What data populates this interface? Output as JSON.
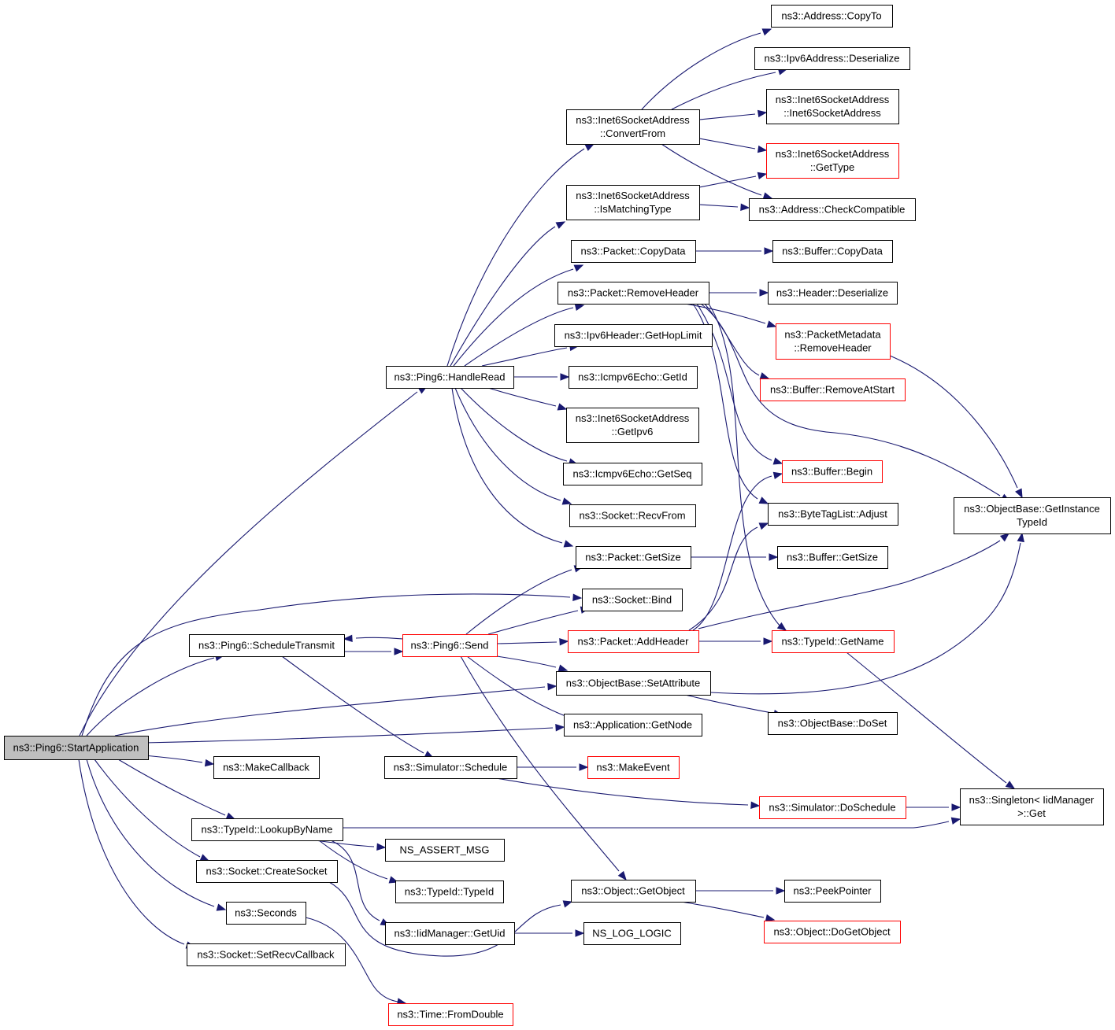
{
  "nodes": {
    "start": [
      "ns3::Ping6::StartApplication"
    ],
    "handleRead": [
      "ns3::Ping6::HandleRead"
    ],
    "scheduleTransmit": [
      "ns3::Ping6::ScheduleTransmit"
    ],
    "send": [
      "ns3::Ping6::Send"
    ],
    "makeCallback": [
      "ns3::MakeCallback"
    ],
    "lookupByName": [
      "ns3::TypeId::LookupByName"
    ],
    "createSocket": [
      "ns3::Socket::CreateSocket"
    ],
    "seconds": [
      "ns3::Seconds"
    ],
    "setRecvCallback": [
      "ns3::Socket::SetRecvCallback"
    ],
    "fromDouble": [
      "ns3::Time::FromDouble"
    ],
    "simSchedule": [
      "ns3::Simulator::Schedule"
    ],
    "assertMsg": [
      "NS_ASSERT_MSG"
    ],
    "typeIdCtor": [
      "ns3::TypeId::TypeId"
    ],
    "iidGetUid": [
      "ns3::IidManager::GetUid"
    ],
    "convertFrom": [
      "ns3::Inet6SocketAddress",
      "::ConvertFrom"
    ],
    "isMatchingType": [
      "ns3::Inet6SocketAddress",
      "::IsMatchingType"
    ],
    "pktCopyData": [
      "ns3::Packet::CopyData"
    ],
    "pktRemoveHeader": [
      "ns3::Packet::RemoveHeader"
    ],
    "ipv6GetHopLimit": [
      "ns3::Ipv6Header::GetHopLimit"
    ],
    "icmpGetId": [
      "ns3::Icmpv6Echo::GetId"
    ],
    "getIpv6": [
      "ns3::Inet6SocketAddress",
      "::GetIpv6"
    ],
    "icmpGetSeq": [
      "ns3::Icmpv6Echo::GetSeq"
    ],
    "recvFrom": [
      "ns3::Socket::RecvFrom"
    ],
    "pktGetSize": [
      "ns3::Packet::GetSize"
    ],
    "socketBind": [
      "ns3::Socket::Bind"
    ],
    "pktAddHeader": [
      "ns3::Packet::AddHeader"
    ],
    "setAttribute": [
      "ns3::ObjectBase::SetAttribute"
    ],
    "getNode": [
      "ns3::Application::GetNode"
    ],
    "makeEvent": [
      "ns3::MakeEvent"
    ],
    "doSchedule": [
      "ns3::Simulator::DoSchedule"
    ],
    "getObject": [
      "ns3::Object::GetObject"
    ],
    "logLogic": [
      "NS_LOG_LOGIC"
    ],
    "addrCopyTo": [
      "ns3::Address::CopyTo"
    ],
    "ipv6Deserialize": [
      "ns3::Ipv6Address::Deserialize"
    ],
    "inet6Ctor": [
      "ns3::Inet6SocketAddress",
      "::Inet6SocketAddress"
    ],
    "inet6GetType": [
      "ns3::Inet6SocketAddress",
      "::GetType"
    ],
    "checkCompatible": [
      "ns3::Address::CheckCompatible"
    ],
    "bufCopyData": [
      "ns3::Buffer::CopyData"
    ],
    "hdrDeserialize": [
      "ns3::Header::Deserialize"
    ],
    "pmRemoveHeader": [
      "ns3::PacketMetadata",
      "::RemoveHeader"
    ],
    "bufRemoveAtStart": [
      "ns3::Buffer::RemoveAtStart"
    ],
    "bufBegin": [
      "ns3::Buffer::Begin"
    ],
    "byteTagAdjust": [
      "ns3::ByteTagList::Adjust"
    ],
    "bufGetSize": [
      "ns3::Buffer::GetSize"
    ],
    "typeIdGetName": [
      "ns3::TypeId::GetName"
    ],
    "doSet": [
      "ns3::ObjectBase::DoSet"
    ],
    "singletonGet": [
      "ns3::Singleton< IidManager",
      " >::Get"
    ],
    "peekPointer": [
      "ns3::PeekPointer"
    ],
    "doGetObject": [
      "ns3::Object::DoGetObject"
    ],
    "getInstanceTypeId": [
      "ns3::ObjectBase::GetInstance",
      "TypeId"
    ]
  },
  "colors": {
    "edge": "#191970",
    "incomplete_border": "#ff0000",
    "normal_border": "#000000",
    "root_fill": "#bfbfbf"
  }
}
